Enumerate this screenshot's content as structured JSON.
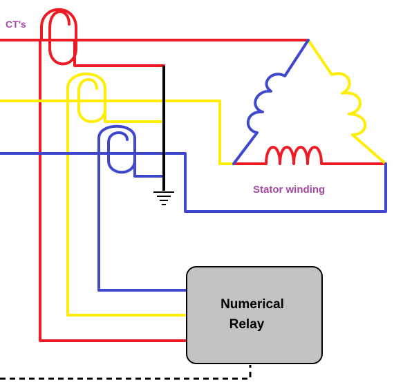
{
  "labels": {
    "cts": "CT's",
    "stator": "Stator winding",
    "relay_line1": "Numerical",
    "relay_line2": "Relay"
  },
  "colors": {
    "phase_red": "#ed1c24",
    "phase_yellow": "#ffee00",
    "phase_blue": "#3f48cc",
    "ground": "#000000",
    "label_purple": "#a349a4",
    "relay_fill": "#c3c3c3",
    "relay_border": "#000000"
  }
}
